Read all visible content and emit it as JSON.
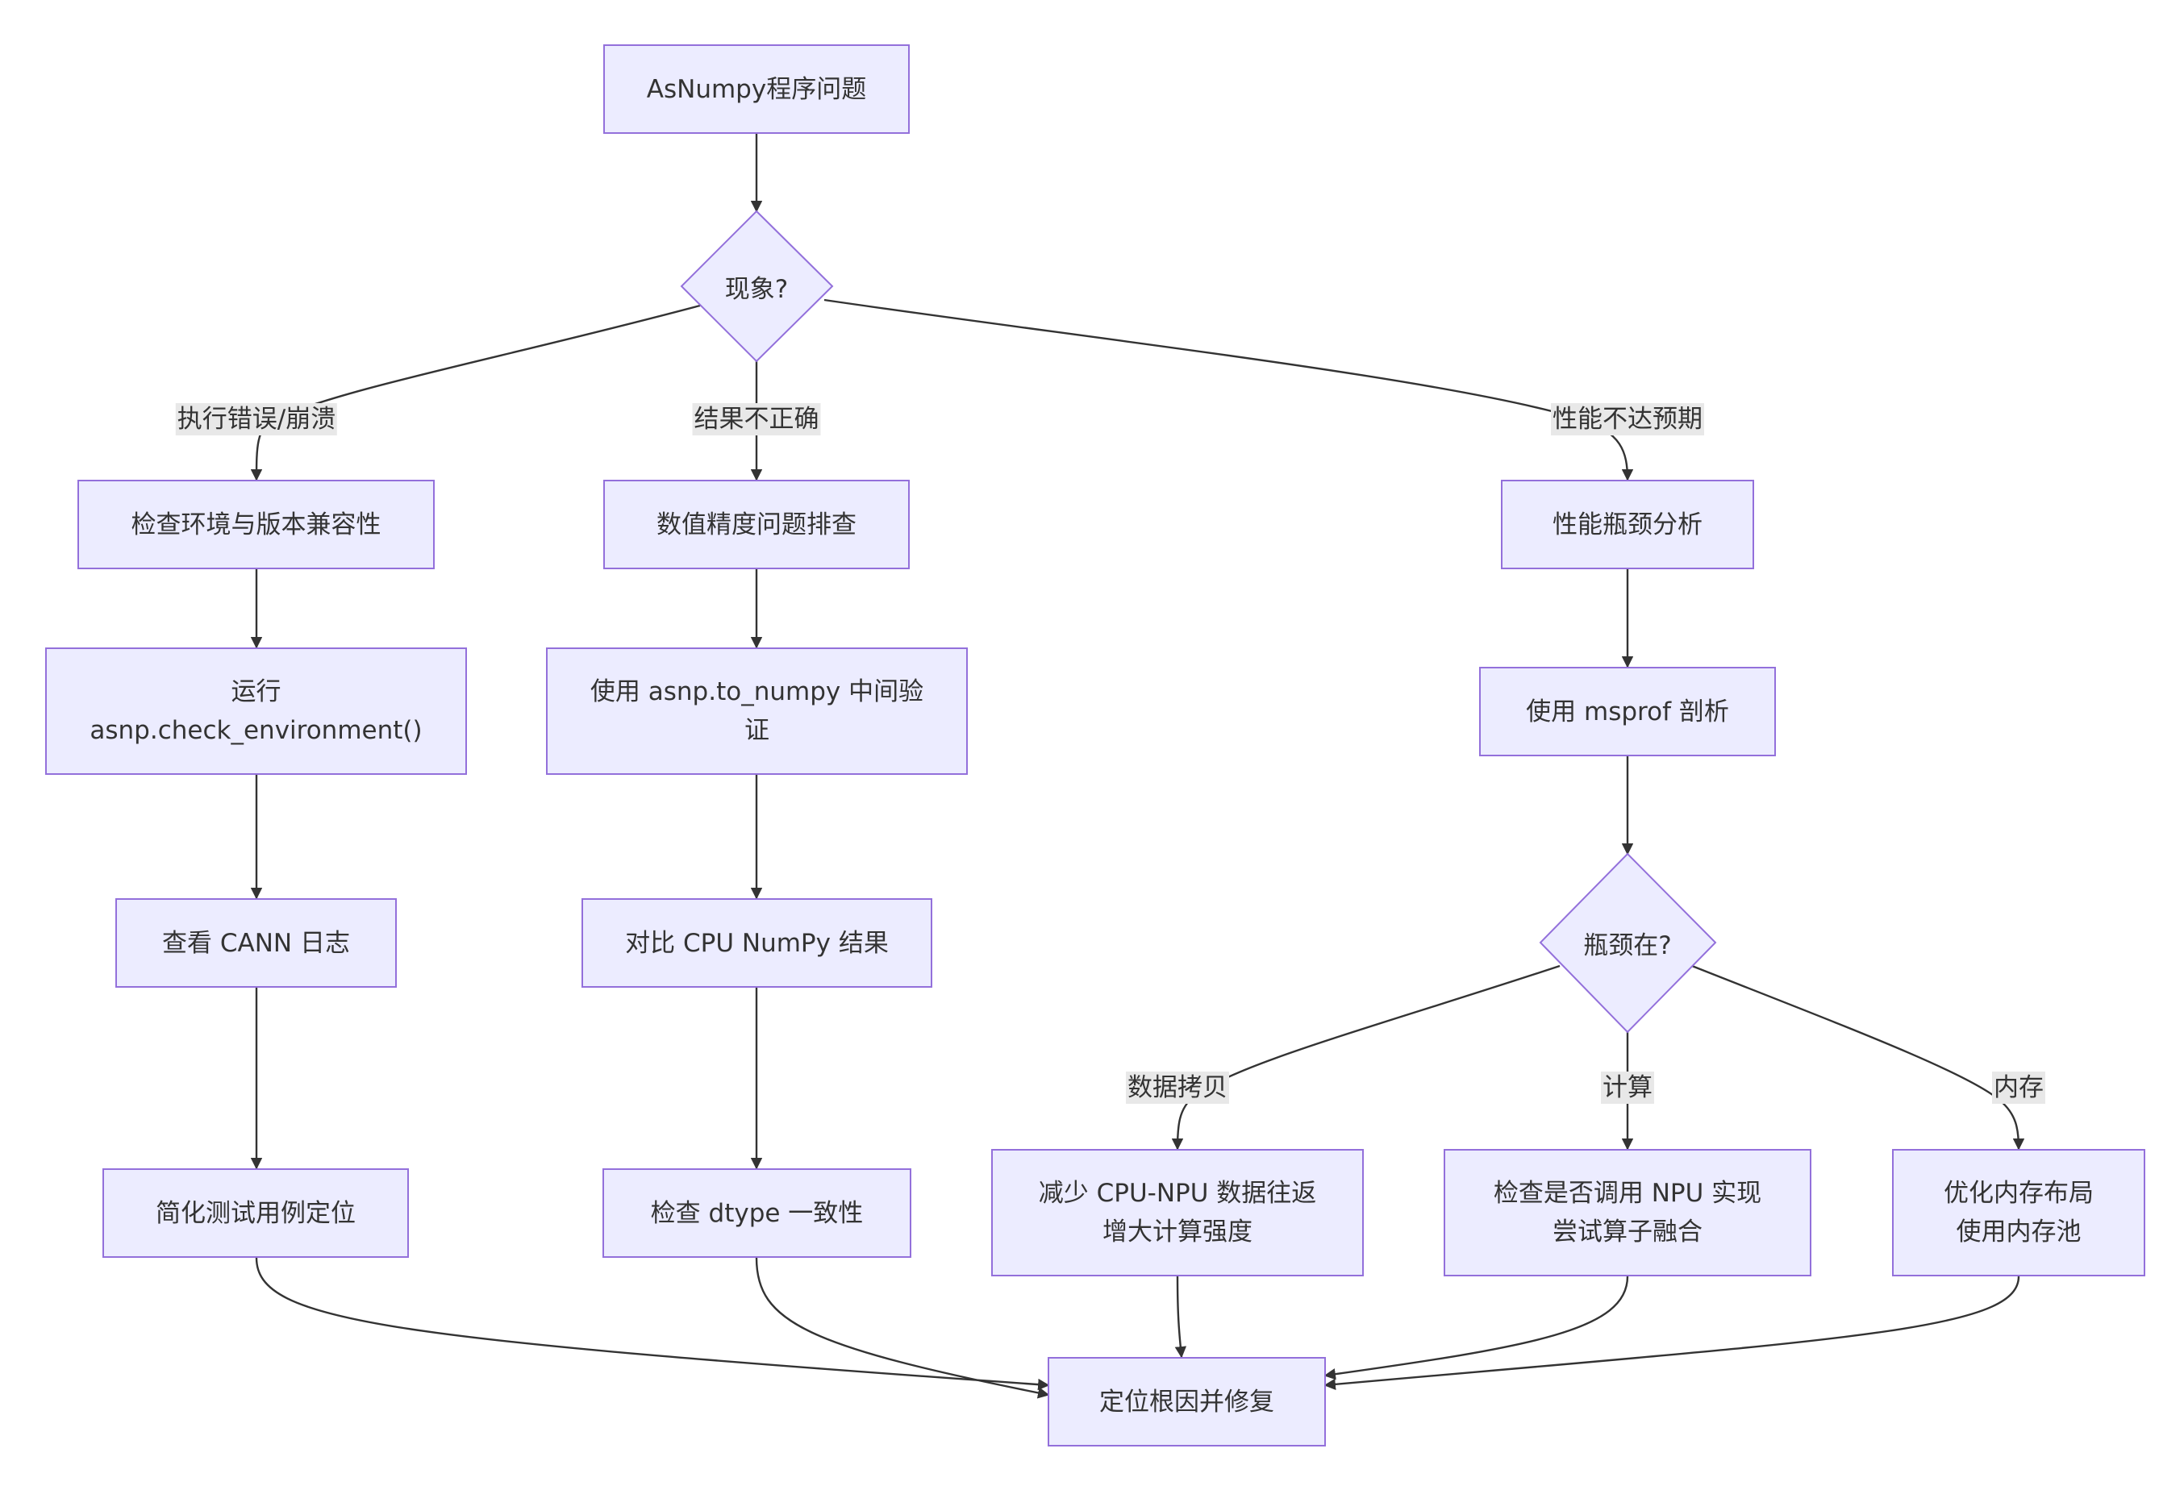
{
  "nodes": {
    "start": "AsNumpy程序问题",
    "symptom": "现象?",
    "env": "检查环境与版本兼容性",
    "run_check": "运行\nasnp.check_environment()",
    "cann_log": "查看 CANN 日志",
    "simplify": "简化测试用例定位",
    "precision": "数值精度问题排查",
    "to_numpy": "使用 asnp.to_numpy 中间验\n证",
    "cpu_numpy": "对比 CPU NumPy 结果",
    "dtype": "检查 dtype 一致性",
    "perf": "性能瓶颈分析",
    "msprof": "使用 msprof 剖析",
    "bottleneck": "瓶颈在?",
    "reduce_copy": "减少 CPU-NPU 数据往返\n增大计算强度",
    "npu_impl": "检查是否调用 NPU 实现\n尝试算子融合",
    "memory_opt": "优化内存布局\n使用内存池",
    "fix": "定位根因并修复"
  },
  "edge_labels": {
    "crash": "执行错误/崩溃",
    "wrong_result": "结果不正确",
    "slow": "性能不达预期",
    "data_copy": "数据拷贝",
    "compute": "计算",
    "memory": "内存"
  },
  "colors": {
    "node_fill": "#ECECFF",
    "node_border": "#9370DB",
    "edge": "#333333",
    "label_bg": "#E8E8E8",
    "text": "#333333"
  }
}
